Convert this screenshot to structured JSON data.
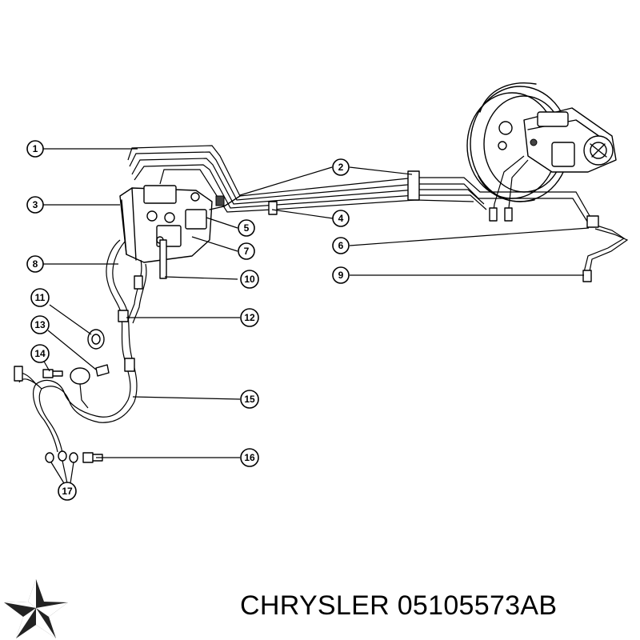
{
  "callouts": [
    {
      "number": "1"
    },
    {
      "number": "2"
    },
    {
      "number": "3"
    },
    {
      "number": "4"
    },
    {
      "number": "5"
    },
    {
      "number": "6"
    },
    {
      "number": "7"
    },
    {
      "number": "8"
    },
    {
      "number": "9"
    },
    {
      "number": "10"
    },
    {
      "number": "11"
    },
    {
      "number": "12"
    },
    {
      "number": "13"
    },
    {
      "number": "14"
    },
    {
      "number": "15"
    },
    {
      "number": "16"
    },
    {
      "number": "17"
    }
  ],
  "brand": {
    "part_label": "CHRYSLER 05105573AB",
    "logo_icon": "chrysler-pentastar-icon"
  },
  "colors": {
    "line": "#000000",
    "background": "#ffffff",
    "logo_fill": "#222222"
  }
}
